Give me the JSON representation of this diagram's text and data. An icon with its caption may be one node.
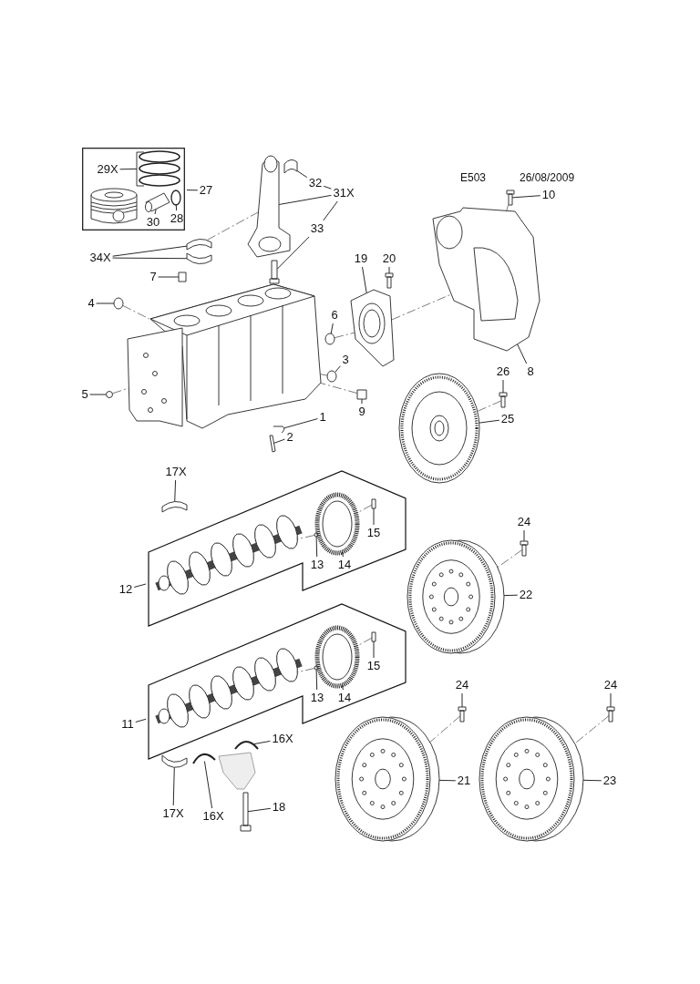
{
  "diagram": {
    "nodes": [
      {
        "text": [],
        "shape": "box"
      },
      {
        "text": [
          "29X"
        ],
        "in": 0
      },
      {
        "text": [],
        "shape": "picture",
        "in": 0
      },
      {
        "text": [
          "30"
        ],
        "in": 0
      },
      {
        "text": [],
        "shape": "picture",
        "in": 0
      },
      {
        "text": [
          "28"
        ],
        "in": 0
      },
      {
        "text": [],
        "shape": "circle",
        "in": 0
      },
      {
        "text": [
          "27"
        ]
      },
      {
        "text": [
          "32"
        ]
      },
      {
        "text": [],
        "shape": "picture"
      },
      {
        "text": [
          "31X"
        ]
      },
      {
        "text": [],
        "shape": "picture"
      },
      {
        "text": [
          "33"
        ]
      },
      {
        "text": [],
        "shape": "picture"
      },
      {
        "text": [
          "34X"
        ]
      },
      {
        "text": [],
        "shape": "picture"
      },
      {
        "text": [],
        "shape": "picture"
      },
      {
        "text": [
          "10"
        ]
      },
      {
        "text": [],
        "shape": "picture"
      },
      {
        "text": [
          "7"
        ]
      },
      {
        "text": [],
        "shape": "box"
      },
      {
        "text": [
          "4"
        ]
      },
      {
        "text": [],
        "shape": "circle"
      },
      {
        "text": [],
        "shape": "picture"
      },
      {
        "text": [
          "19"
        ]
      },
      {
        "text": [],
        "shape": "picture"
      },
      {
        "text": [
          "20"
        ]
      },
      {
        "text": [],
        "shape": "picture"
      },
      {
        "text": [
          "6"
        ]
      },
      {
        "text": [],
        "shape": "circle"
      },
      {
        "text": [
          "3"
        ]
      },
      {
        "text": [],
        "shape": "circle"
      },
      {
        "text": [
          "5"
        ]
      },
      {
        "text": [],
        "shape": "circle"
      },
      {
        "text": [
          "9"
        ]
      },
      {
        "text": [],
        "shape": "picture"
      },
      {
        "text": [
          "8"
        ]
      },
      {
        "text": [],
        "shape": "picture"
      },
      {
        "text": [
          "26"
        ]
      },
      {
        "text": [],
        "shape": "picture"
      },
      {
        "text": [
          "25"
        ]
      },
      {
        "text": [],
        "shape": "picture"
      },
      {
        "text": [
          "1"
        ]
      },
      {
        "text": [],
        "shape": "picture"
      },
      {
        "text": [
          "2"
        ]
      },
      {
        "text": [],
        "shape": "picture"
      },
      {
        "text": [
          "17X"
        ]
      },
      {
        "text": [],
        "shape": "picture"
      },
      {
        "text": [],
        "shape": "box"
      },
      {
        "text": [],
        "shape": "picture",
        "in": 48
      },
      {
        "text": [
          "15"
        ],
        "in": 48
      },
      {
        "text": [],
        "shape": "picture",
        "in": 48
      },
      {
        "text": [
          "13"
        ],
        "in": 48
      },
      {
        "text": [],
        "shape": "circle",
        "in": 48
      },
      {
        "text": [
          "14"
        ],
        "in": 48
      },
      {
        "text": [],
        "shape": "picture",
        "in": 48
      },
      {
        "text": [
          "12"
        ]
      },
      {
        "text": [
          "24"
        ]
      },
      {
        "text": [],
        "shape": "picture"
      },
      {
        "text": [
          "22"
        ]
      },
      {
        "text": [],
        "shape": "picture"
      },
      {
        "text": [],
        "shape": "box"
      },
      {
        "text": [],
        "shape": "picture",
        "in": 61
      },
      {
        "text": [
          "15"
        ],
        "in": 61
      },
      {
        "text": [],
        "shape": "picture",
        "in": 61
      },
      {
        "text": [
          "13"
        ],
        "in": 61
      },
      {
        "text": [],
        "shape": "circle",
        "in": 61
      },
      {
        "text": [
          "14"
        ],
        "in": 61
      },
      {
        "text": [],
        "shape": "picture",
        "in": 61
      },
      {
        "text": [
          "24"
        ]
      },
      {
        "text": [],
        "shape": "picture"
      },
      {
        "text": [
          "24"
        ]
      },
      {
        "text": [],
        "shape": "picture"
      },
      {
        "text": [
          "11"
        ]
      },
      {
        "text": [
          "16X"
        ]
      },
      {
        "text": [],
        "shape": "picture"
      },
      {
        "text": [],
        "shape": "picture"
      },
      {
        "text": [
          "21"
        ]
      },
      {
        "text": [],
        "shape": "picture"
      },
      {
        "text": [
          "23"
        ]
      },
      {
        "text": [
          "17X"
        ]
      },
      {
        "text": [],
        "shape": "picture"
      },
      {
        "text": [
          "16X"
        ]
      },
      {
        "text": [],
        "shape": "picture"
      },
      {
        "text": [
          "18"
        ]
      },
      {
        "text": [],
        "shape": "picture"
      }
    ],
    "edges": [
      {
        "from": 1,
        "to": 2,
        "arrow": "none"
      },
      {
        "from": 3,
        "to": 4,
        "arrow": "none"
      },
      {
        "from": 5,
        "to": 6,
        "arrow": "none"
      },
      {
        "from": 7,
        "to": 0,
        "arrow": "none"
      },
      {
        "from": 8,
        "to": 9,
        "arrow": "none"
      },
      {
        "from": 10,
        "to": 8,
        "arrow": "none"
      },
      {
        "from": 10,
        "to": 11,
        "arrow": "none"
      },
      {
        "from": 10,
        "to": 12,
        "arrow": "none"
      },
      {
        "from": 12,
        "to": 13,
        "arrow": "none"
      },
      {
        "from": 14,
        "to": 15,
        "arrow": "none"
      },
      {
        "from": 14,
        "to": 16,
        "arrow": "none"
      },
      {
        "from": 17,
        "to": 18,
        "arrow": "none"
      },
      {
        "from": 19,
        "to": 20,
        "arrow": "none"
      },
      {
        "from": 21,
        "to": 22,
        "arrow": "none"
      },
      {
        "from": 24,
        "to": 25,
        "arrow": "none"
      },
      {
        "from": 26,
        "to": 27,
        "arrow": "none"
      },
      {
        "from": 28,
        "to": 29,
        "arrow": "none"
      },
      {
        "from": 30,
        "to": 31,
        "arrow": "none"
      },
      {
        "from": 32,
        "to": 33,
        "arrow": "none"
      },
      {
        "from": 34,
        "to": 35,
        "arrow": "none"
      },
      {
        "from": 36,
        "to": 37,
        "arrow": "none"
      },
      {
        "from": 38,
        "to": 39,
        "arrow": "none"
      },
      {
        "from": 40,
        "to": 41,
        "arrow": "none"
      },
      {
        "from": 42,
        "to": 43,
        "arrow": "none"
      },
      {
        "from": 44,
        "to": 45,
        "arrow": "none"
      },
      {
        "from": 46,
        "to": 47,
        "arrow": "none"
      },
      {
        "from": 50,
        "to": 51,
        "arrow": "none"
      },
      {
        "from": 52,
        "to": 53,
        "arrow": "none"
      },
      {
        "from": 54,
        "to": 55,
        "arrow": "none"
      },
      {
        "from": 56,
        "to": 48,
        "arrow": "none"
      },
      {
        "from": 57,
        "to": 58,
        "arrow": "none"
      },
      {
        "from": 59,
        "to": 60,
        "arrow": "none"
      },
      {
        "from": 63,
        "to": 64,
        "arrow": "none"
      },
      {
        "from": 65,
        "to": 66,
        "arrow": "none"
      },
      {
        "from": 67,
        "to": 68,
        "arrow": "none"
      },
      {
        "from": 69,
        "to": 70,
        "arrow": "none"
      },
      {
        "from": 71,
        "to": 72,
        "arrow": "none"
      },
      {
        "from": 73,
        "to": 61,
        "arrow": "none"
      },
      {
        "from": 74,
        "to": 75,
        "arrow": "none"
      },
      {
        "from": 77,
        "to": 76,
        "arrow": "none"
      },
      {
        "from": 79,
        "to": 78,
        "arrow": "none"
      },
      {
        "from": 80,
        "to": 81,
        "arrow": "none"
      },
      {
        "from": 82,
        "to": 83,
        "arrow": "none"
      },
      {
        "from": 84,
        "to": 85,
        "arrow": "none"
      },
      {
        "from": 15,
        "to": 11,
        "arrow": "none",
        "style": "dashed"
      },
      {
        "from": 22,
        "to": 23,
        "arrow": "none",
        "style": "dashed"
      },
      {
        "from": 33,
        "to": 23,
        "arrow": "none",
        "style": "dashed"
      },
      {
        "from": 29,
        "to": 25,
        "arrow": "none",
        "style": "dashed"
      },
      {
        "from": 25,
        "to": 37,
        "arrow": "none",
        "style": "dashed"
      },
      {
        "from": 31,
        "to": 23,
        "arrow": "none",
        "style": "dashed"
      },
      {
        "from": 35,
        "to": 23,
        "arrow": "none",
        "style": "dashed"
      },
      {
        "from": 18,
        "to": 37,
        "arrow": "none",
        "style": "dashed"
      },
      {
        "from": 39,
        "to": 41,
        "arrow": "none",
        "style": "dashed"
      },
      {
        "from": 58,
        "to": 60,
        "arrow": "none",
        "style": "dashed"
      },
      {
        "from": 51,
        "to": 55,
        "arrow": "none",
        "style": "dashed"
      },
      {
        "from": 53,
        "to": 49,
        "arrow": "none",
        "style": "dashed"
      },
      {
        "from": 64,
        "to": 68,
        "arrow": "none",
        "style": "dashed"
      },
      {
        "from": 66,
        "to": 62,
        "arrow": "none",
        "style": "dashed"
      },
      {
        "from": 70,
        "to": 76,
        "arrow": "none",
        "style": "dashed"
      },
      {
        "from": 72,
        "to": 78,
        "arrow": "none",
        "style": "dashed"
      }
    ],
    "labels": [
      "E503",
      "26/08/2009"
    ]
  }
}
